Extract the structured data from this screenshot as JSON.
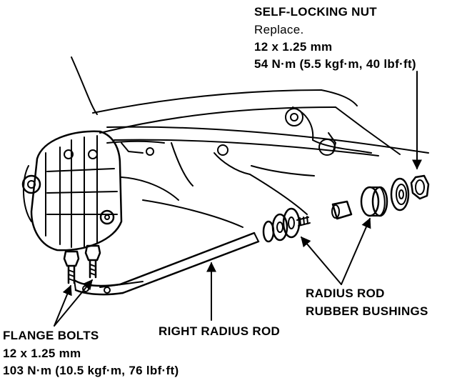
{
  "diagram": {
    "labels": {
      "self_locking_nut": {
        "title": "SELF-LOCKING NUT",
        "note": "Replace.",
        "size": "12 x 1.25 mm",
        "torque": "54 N·m (5.5 kgf·m, 40 lbf·ft)"
      },
      "radius_rod_bushings": {
        "line1": "RADIUS ROD",
        "line2": "RUBBER BUSHINGS"
      },
      "right_radius_rod": "RIGHT RADIUS ROD",
      "flange_bolts": {
        "title": "FLANGE BOLTS",
        "size": "12 x 1.25 mm",
        "torque": "103 N·m (10.5 kgf·m, 76 lbf·ft)"
      }
    },
    "colors": {
      "ink": "#000000",
      "paper": "#ffffff"
    }
  }
}
